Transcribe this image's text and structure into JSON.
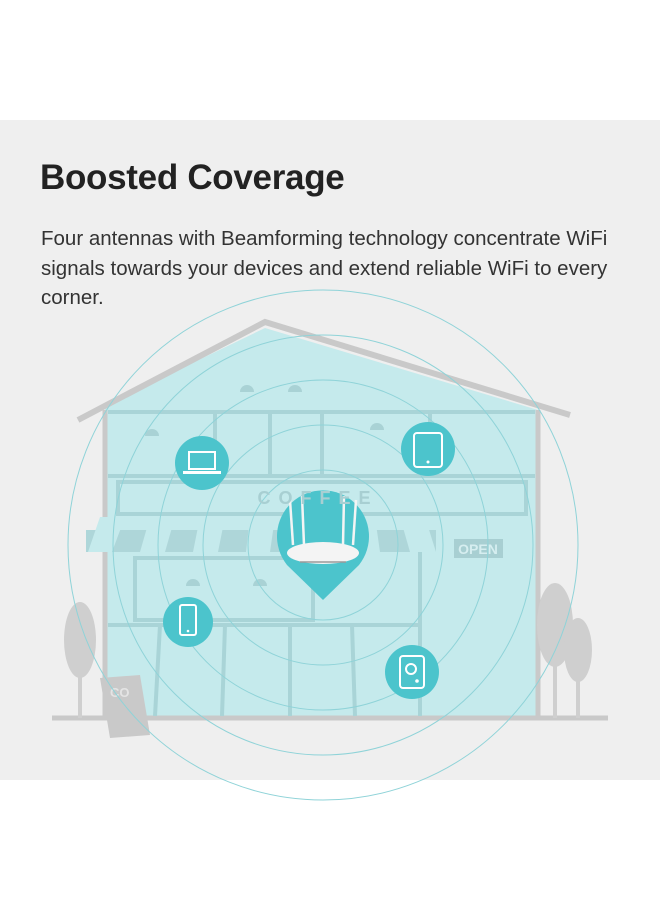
{
  "heading": "Boosted Coverage",
  "description": "Four antennas with Beamforming technology concentrate WiFi signals towards your devices and extend reliable WiFi to every corner.",
  "illustration": {
    "sign_text": "COFFEE",
    "open_sign": "OPEN",
    "board_text": "CO",
    "colors": {
      "coverage": "#c5eaec",
      "accent": "#4cc4cc",
      "outline": "#c9c9c9"
    },
    "devices": [
      "laptop-icon",
      "tablet-icon",
      "smartphone-icon",
      "speaker-icon"
    ]
  }
}
